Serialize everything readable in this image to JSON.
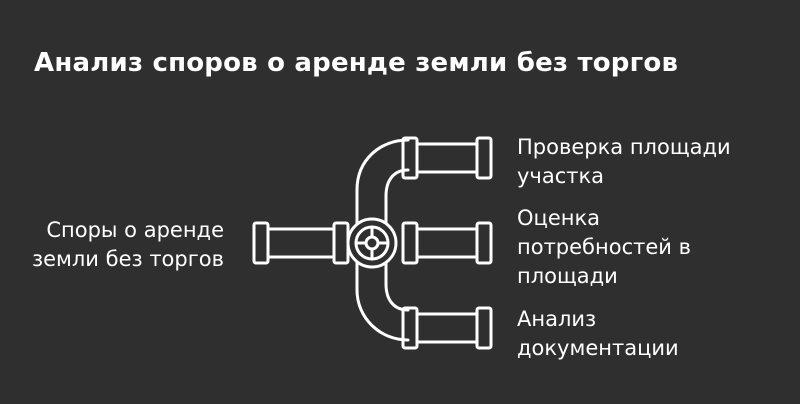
{
  "title": "Анализ споров о аренде земли без торгов",
  "input": {
    "lines": [
      "Споры о аренде",
      "земли без торгов"
    ]
  },
  "outputs": [
    {
      "lines": [
        "Проверка площади",
        "участка"
      ]
    },
    {
      "lines": [
        "Оценка",
        "потребностей в",
        "площади"
      ]
    },
    {
      "lines": [
        "Анализ",
        "документации"
      ]
    }
  ]
}
